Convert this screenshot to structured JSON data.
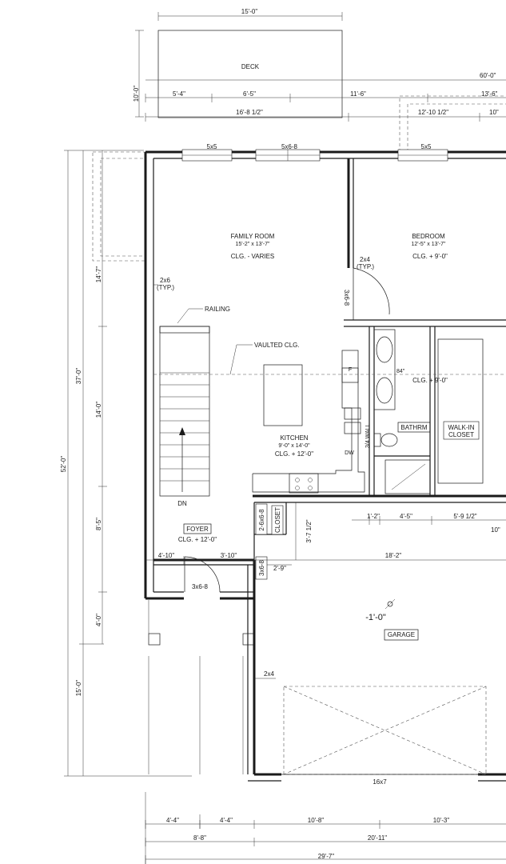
{
  "dimensions": {
    "top_15": "15'-0\"",
    "deck_depth": "10'-0\"",
    "d_5_4": "5'-4\"",
    "d_6_5": "6'-5\"",
    "d_11_6": "11'-6\"",
    "d_60": "60'-0\"",
    "d_13_6": "13'-6\"",
    "d_16_8": "16'-8 1/2\"",
    "d_12_10": "12'-10 1/2\"",
    "d_10_top": "10\"",
    "left_52": "52'-0\"",
    "left_37": "37'-0\"",
    "left_15": "15'-0\"",
    "left_14_7": "14'-7\"",
    "left_14_0": "14'-0\"",
    "left_8_5": "8'-5\"",
    "left_4_0": "4'-0\"",
    "d_1_2": "1'-2\"",
    "d_4_5": "4'-5\"",
    "d_5_9": "5'-9 1/2\"",
    "d_10_right": "10\"",
    "d_4_10": "4'-10\"",
    "d_3_10": "3'-10\"",
    "d_18_2": "18'-2\"",
    "d_2_9": "2'-9\"",
    "d_3_7": "3'-7 1/2\"",
    "bot_4_4a": "4'-4\"",
    "bot_4_4b": "4'-4\"",
    "bot_10_8": "10'-8\"",
    "bot_10_3": "10'-3\"",
    "bot_8_8": "8'-8\"",
    "bot_20_11": "20'-11\"",
    "bot_29_7": "29'-7\""
  },
  "openings": {
    "w_5x5_left": "5x5",
    "door_5x6_8": "5x6-8",
    "w_5x5_right": "5x5",
    "door_3x6_8_bed": "3x6-8",
    "door_2x6_8": "2-6x6-8",
    "door_3x6_8_garage": "3x6-8",
    "door_3x6_8_entry": "3x6-8",
    "garage_door": "16x7"
  },
  "notes": {
    "wall_2x6": "2x6",
    "typ_a": "(TYP.)",
    "wall_2x4": "2x4",
    "typ_b": "(TYP.)",
    "railing": "RAILING",
    "vaulted": "VAULTED CLG.",
    "dn": "DN",
    "dw": "DW",
    "half_wall": "3/4 WALL",
    "f": "F",
    "vanity": "84\"",
    "garage_wall": "2x4",
    "garage_level": "-1'-0\""
  },
  "rooms": {
    "deck": {
      "name": "DECK"
    },
    "family": {
      "name": "FAMILY ROOM",
      "size": "15'-2\" x 13'-7\"",
      "ceiling": "CLG. - VARIES"
    },
    "bedroom": {
      "name": "BEDROOM",
      "size": "12'-5\" x 13'-7\"",
      "ceiling": "CLG. + 9'-0\""
    },
    "kitchen": {
      "name": "KITCHEN",
      "size": "9'-0\" x 14'-0\"",
      "ceiling": "CLG. + 12'-0\""
    },
    "bath": {
      "name": "BATHRM"
    },
    "walkin": {
      "name1": "WALK-IN",
      "name2": "CLOSET",
      "ceiling": "CLG. + 9'-0\""
    },
    "closet": {
      "name": "CLOSET"
    },
    "foyer": {
      "name": "FOYER",
      "ceiling": "CLG. + 12'-0\""
    },
    "garage": {
      "name": "GARAGE"
    }
  }
}
